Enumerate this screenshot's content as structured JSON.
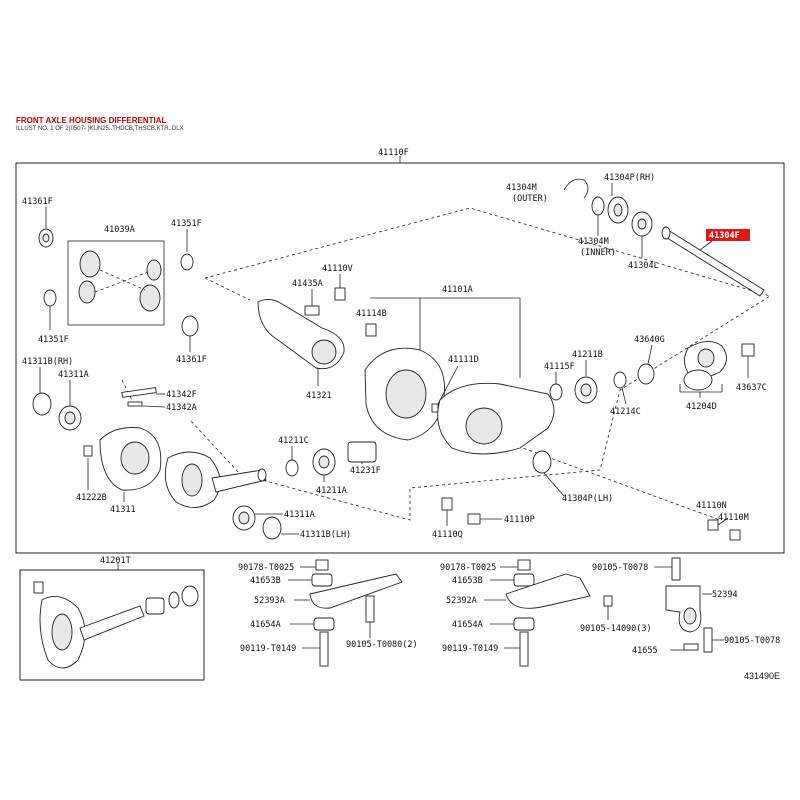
{
  "header": {
    "title": "FRONT AXLE HOUSING DIFFERENTIAL",
    "subtitle": "ILLUST NO. 1 OF 2(0507- )KUN25..THDCB,THSCB,KTR..DLX",
    "title_color": "#d00000"
  },
  "highlight_color": "#e11818",
  "labels": {
    "41110F": "41110F",
    "41361F_top": "41361F",
    "41039A": "41039A",
    "41351F_top": "41351F",
    "41351F_bot": "41351F",
    "41361F_bot": "41361F",
    "41311B_rh": "41311B(RH)",
    "41311A_top": "41311A",
    "41342F": "41342F",
    "41342A": "41342A",
    "41222B": "41222B",
    "41311": "41311",
    "41311A_bot": "41311A",
    "41311B_lh": "41311B(LH)",
    "41435A": "41435A",
    "41110V": "41110V",
    "41321": "41321",
    "41114B": "41114B",
    "41101A": "41101A",
    "41111D": "41111D",
    "41211C": "41211C",
    "41211A": "41211A",
    "41231F": "41231F",
    "41304M_outer_code": "41304M",
    "41304M_outer_note": "(OUTER)",
    "41304P_rh": "41304P(RH)",
    "41304M_inner_code": "41304M",
    "41304M_inner_note": "(INNER)",
    "41304L": "41304L",
    "41304F": "41304F",
    "41115F": "41115F",
    "41211B": "41211B",
    "43640G": "43640G",
    "41214C": "41214C",
    "41204D": "41204D",
    "43637C": "43637C",
    "41304P_lh": "41304P(LH)",
    "41110Q": "41110Q",
    "41110P": "41110P",
    "41110N": "41110N",
    "41110M": "41110M",
    "41201T": "41201T",
    "90178_T0025_a": "90178-T0025",
    "41653B_a": "41653B",
    "52393A": "52393A",
    "41654A_a": "41654A",
    "90119_T0149_a": "90119-T0149",
    "90105_T0080": "90105-T0080(2)",
    "90178_T0025_b": "90178-T0025",
    "41653B_b": "41653B",
    "52392A": "52392A",
    "41654A_b": "41654A",
    "90119_T0149_b": "90119-T0149",
    "90105_14090": "90105-14090(3)",
    "90105_T0078_a": "90105-T0078",
    "52394": "52394",
    "90105_T0078_b": "90105-T0078",
    "41655": "41655"
  },
  "footer": {
    "catalog_no": "431490E"
  }
}
